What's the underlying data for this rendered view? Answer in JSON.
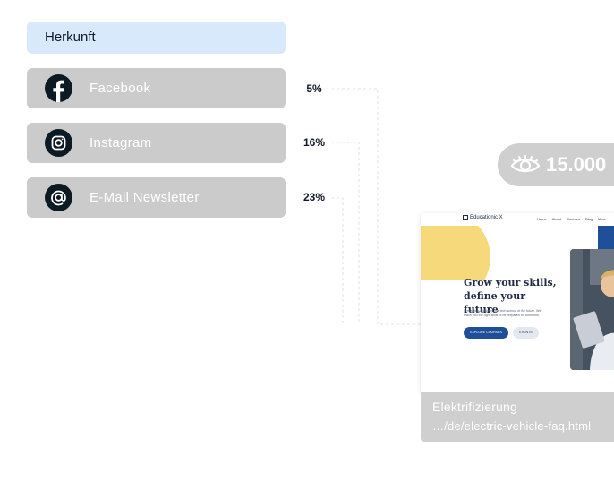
{
  "header": {
    "title": "Herkunft"
  },
  "sources": [
    {
      "label": "Facebook",
      "percent": "5%",
      "icon": "facebook-icon"
    },
    {
      "label": "Instagram",
      "percent": "16%",
      "icon": "instagram-icon"
    },
    {
      "label": "E-Mail Newsletter",
      "percent": "23%",
      "icon": "at-sign-icon"
    }
  ],
  "views": {
    "count": "15.000",
    "icon": "eye-icon"
  },
  "preview": {
    "brand": "Educationic X",
    "nav": [
      "Home",
      "About",
      "Courses",
      "Blog",
      "More"
    ],
    "headline_line1": "Grow your skills,",
    "headline_line2": "define your future",
    "subtitle": "Presenting Academy, the tech school of the future. We teach you the right skills to be prepared for tomorrow.",
    "primary_button": "EXPLORE COURSES",
    "secondary_button": "EVENTS"
  },
  "page": {
    "title": "Elektrifizierung",
    "url": "…/de/electric-vehicle-faq.html"
  },
  "colors": {
    "header_bg": "#d7e9fb",
    "row_bg": "#cbcbcb",
    "icon_bg": "#0c1a24",
    "accent_blue": "#1f4f99",
    "accent_yellow": "#f5d97a"
  }
}
